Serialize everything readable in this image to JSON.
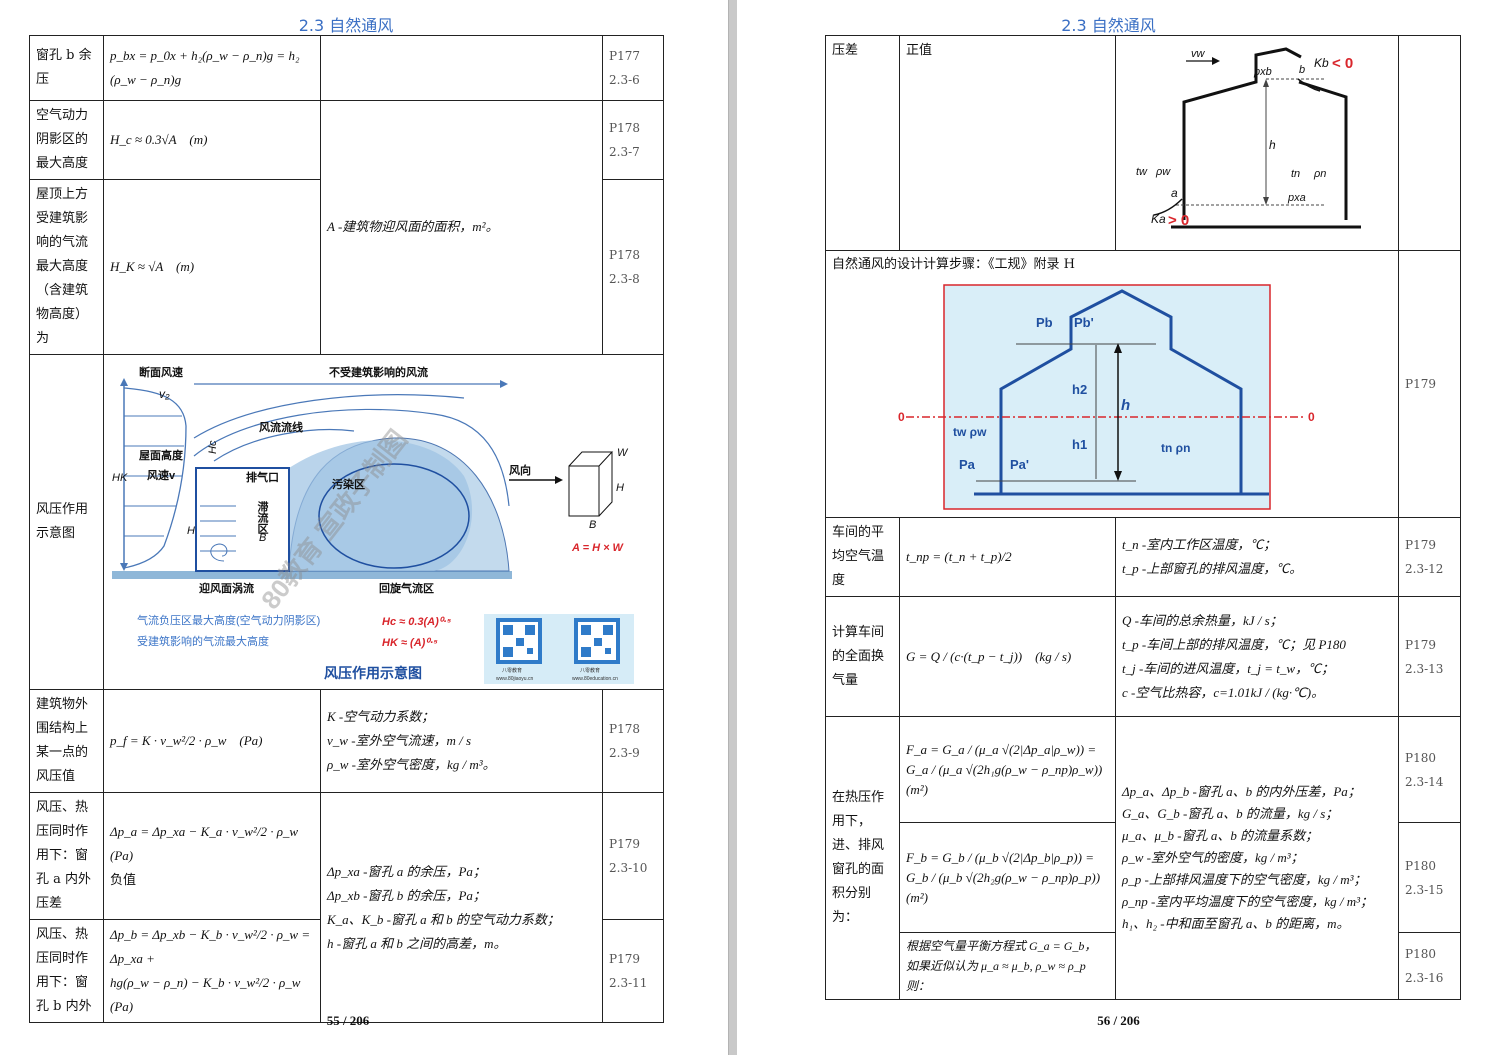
{
  "left": {
    "section_title": "2.3 自然通风",
    "page_number": "55 / 206",
    "rows": {
      "r1": {
        "label": "窗孔 b 余压",
        "formula_l1": "p_bx = p_0x + h₂(ρ_w − ρ_n)g = h₂",
        "formula_l2": "(ρ_w − ρ_n)g",
        "ref1": "P177",
        "ref2": "2.3-6"
      },
      "r2": {
        "label": "空气动力阴影区的最大高度",
        "formula": "H_c ≈ 0.3√A　(m)",
        "ref1": "P178",
        "ref2": "2.3-7"
      },
      "r3": {
        "label": "屋顶上方受建筑影响的气流最大高度（含建筑物高度）为",
        "formula": "H_K ≈ √A　(m)",
        "ref1": "P178",
        "ref2": "2.3-8"
      },
      "r23_desc": "A -建筑物迎风面的面积，m²。",
      "r4": {
        "label": "风压作用示意图",
        "diagram": {
          "t_section_speed": "断面风速",
          "t_v2": "v₂",
          "t_unaffected": "不受建筑影响的风流",
          "t_stream": "风流流线",
          "t_roof_speed": "屋面高度",
          "t_speed_v": "风速v",
          "t_hc": "Hc",
          "t_hk": "HK",
          "t_exhaust": "排气口",
          "t_stagnant": "滞流区",
          "t_pollution": "污染区",
          "t_b": "B",
          "t_h": "H",
          "t_windward": "迎风面涡流",
          "t_circ": "回旋气流区",
          "t_wind_dir": "风向",
          "t_box_w": "W",
          "t_box_h": "H",
          "t_box_b": "B",
          "t_area": "A = H × W",
          "t_note1": "气流负压区最大高度(空气动力阴影区)",
          "t_note2": "受建筑影响的气流最大高度",
          "t_hc_formula": "Hc ≈ 0.3(A)⁰·⁵",
          "t_hk_formula": "HK ≈ (A)⁰·⁵",
          "t_caption": "风压作用示意图",
          "watermark": "80教育 宣政子制图",
          "qr1": "www.80jiaoyu.cn",
          "qr2": "www.80education.cn",
          "qr_label": "八零教育"
        }
      },
      "r5": {
        "label": "建筑物外围结构上某一点的风压值",
        "formula": "p_f = K · v_w²/2 · ρ_w　(Pa)",
        "d1": "K -空气动力系数；",
        "d2": "v_w -室外空气流速，m / s",
        "d3": "ρ_w -室外空气密度，kg / m³。",
        "ref1": "P178",
        "ref2": "2.3-9"
      },
      "r6": {
        "label": "风压、热压同时作用下：窗孔 a 内外压差",
        "formula": "Δp_a = Δp_xa − K_a · v_w²/2 · ρ_w　(Pa)",
        "note": "负值",
        "ref1": "P179",
        "ref2": "2.3-10"
      },
      "r67_desc": {
        "d1": "Δp_xa -窗孔 a 的余压，Pa；",
        "d2": "Δp_xb -窗孔 b 的余压，Pa；",
        "d3": "K_a、K_b -窗孔 a 和 b 的空气动力系数；",
        "d4": "h -窗孔 a 和 b 之间的高差，m。"
      },
      "r7": {
        "label": "风压、热压同时作用下：窗孔 b 内外",
        "formula_l1": "Δp_b = Δp_xb − K_b · v_w²/2 · ρ_w = Δp_xa +",
        "formula_l2": "hg(ρ_w − ρ_n) − K_b · v_w²/2 · ρ_w　(Pa)",
        "ref1": "P179",
        "ref2": "2.3-11"
      }
    }
  },
  "right": {
    "section_title": "2.3 自然通风",
    "page_number": "56 / 206",
    "rows": {
      "r1": {
        "label": "压差",
        "value": "正值",
        "diagram": {
          "vw": "vw",
          "pxb": "pxb",
          "b": "b",
          "kb": "Kb",
          "kb_sign": "< 0",
          "h": "h",
          "tw": "tw",
          "rho_w": "ρw",
          "tn": "tn",
          "rho_n": "ρn",
          "pxa": "pxa",
          "a": "a",
          "ka": "Ka",
          "ka_sign": "> 0"
        }
      },
      "r2": {
        "desc": "自然通风的设计计算步骤：《工规》附录 H",
        "ref1": "P179",
        "diagram": {
          "pb": "Pb",
          "pb2": "Pb'",
          "h2": "h2",
          "h": "h",
          "zero_l": "0",
          "zero_r": "0",
          "tw_rho": "tw ρw",
          "h1": "h1",
          "tn_rho": "tn ρn",
          "pa": "Pa",
          "pa2": "Pa'"
        }
      },
      "r3": {
        "label": "车间的平均空气温度",
        "formula": "t_np = (t_n + t_p)/2",
        "d1": "t_n -室内工作区温度，℃；",
        "d2": "t_p -上部窗孔的排风温度，℃。",
        "ref1": "P179",
        "ref2": "2.3-12"
      },
      "r4": {
        "label": "计算车间的全面换气量",
        "formula": "G = Q / (c·(t_p − t_j))　(kg / s)",
        "d1": "Q -车间的总余热量，kJ / s；",
        "d2": "t_p -车间上部的排风温度，℃；见 P180",
        "d3": "t_j -车间的进风温度，t_j = t_w，℃；",
        "d4": "c -空气比热容，c=1.01kJ / (kg·℃)。",
        "ref1": "P179",
        "ref2": "2.3-13"
      },
      "r5": {
        "label": "在热压作用下，进、排风窗孔的面积分别为：",
        "fa": "F_a = G_a / (μ_a √(2|Δp_a|ρ_w)) = G_a / (μ_a √(2h₁g(ρ_w − ρ_np)ρ_w))　(m²)",
        "fb": "F_b = G_b / (μ_b √(2|Δp_b|ρ_p)) = G_b / (μ_b √(2h₂g(ρ_w − ρ_np)ρ_p))　(m²)",
        "bal1": "根据空气量平衡方程式 G_a = G_b，",
        "bal2": "如果近似认为 μ_a ≈ μ_b, ρ_w ≈ ρ_p 则：",
        "d1": "Δp_a、Δp_b -窗孔 a、b 的内外压差，Pa；",
        "d2": "G_a、G_b -窗孔 a、b 的流量，kg / s；",
        "d3": "μ_a、μ_b -窗孔 a、b 的流量系数；",
        "d4": "ρ_w -室外空气的密度，kg / m³；",
        "d5": "ρ_p -上部排风温度下的空气密度，kg / m³；",
        "d6": "ρ_np -室内平均温度下的空气密度，kg / m³；",
        "d7": "h₁、h₂ -中和面至窗孔 a、b 的距离，m。",
        "ref_a1": "P180",
        "ref_a2": "2.3-14",
        "ref_b1": "P180",
        "ref_b2": "2.3-15",
        "ref_c1": "P180",
        "ref_c2": "2.3-16"
      }
    }
  },
  "colors": {
    "title_blue": "#3a6fc4",
    "diagram_blue": "#1f4fa0",
    "diagram_red": "#d9262c",
    "panel_bg": "#d9eef8"
  }
}
